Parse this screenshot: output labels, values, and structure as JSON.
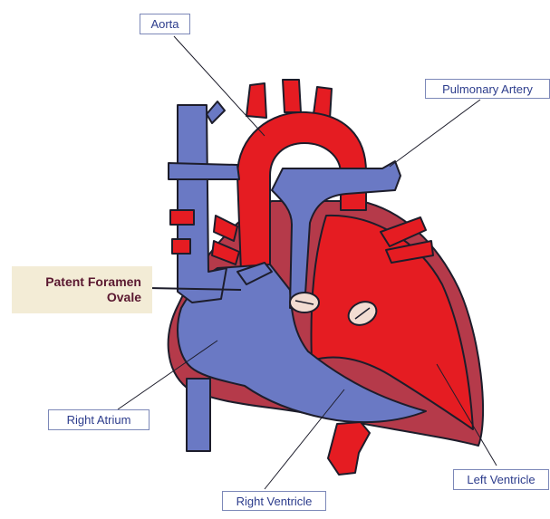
{
  "labels": {
    "aorta": "Aorta",
    "pulmonary_artery": "Pulmonary Artery",
    "patent_foramen_ovale_line1": "Patent Foramen",
    "patent_foramen_ovale_line2": "Ovale",
    "right_atrium": "Right Atrium",
    "right_ventricle": "Right Ventricle",
    "left_ventricle": "Left Ventricle"
  },
  "colors": {
    "oxygenated": "#e51c22",
    "deoxygenated": "#6a79c4",
    "myocardium": "#b53a4a",
    "outline": "#1d1d2b",
    "valve": "#f2dcd2",
    "label_text": "#2c3c8c",
    "highlight_bg": "#f3ecd6",
    "highlight_text": "#5a1830"
  }
}
